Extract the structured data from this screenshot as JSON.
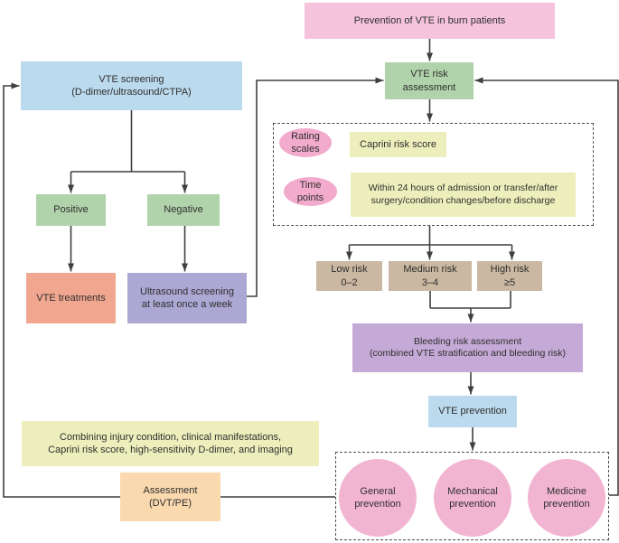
{
  "diagram": {
    "title": "Prevention of VTE in burn patients flowchart",
    "nodes": {
      "prevention_title": "Prevention of VTE in burn patients",
      "vte_risk_assessment": "VTE risk\nassessment",
      "vte_screening": "VTE screening\n(D-dimer/ultrasound/CTPA)",
      "positive": "Positive",
      "negative": "Negative",
      "vte_treatments": "VTE treatments",
      "ultrasound_screening": "Ultrasound screening\nat least once a week",
      "rating_scales": "Rating\nscales",
      "caprini_risk_score": "Caprini risk score",
      "time_points": "Time\npoints",
      "time_points_detail": "Within 24 hours of admission or transfer/after\nsurgery/condition changes/before discharge",
      "low_risk": "Low risk\n0–2",
      "medium_risk": "Medium risk\n3–4",
      "high_risk": "High risk\n≥5",
      "bleeding_risk": "Bleeding risk assessment\n(combined VTE stratification and bleeding risk)",
      "vte_prevention": "VTE prevention",
      "general_prevention": "General\nprevention",
      "mechanical_prevention": "Mechanical\nprevention",
      "medicine_prevention": "Medicine\nprevention",
      "combining_note": "Combining injury condition, clinical manifestations,\nCaprini risk score, high-sensitivity D-dimer, and imaging",
      "assessment": "Assessment\n(DVT/PE)"
    },
    "colors": {
      "pink_box": "#f5c3dc",
      "pink_ellipse": "#f2abcc",
      "pink_circle": "#f2b5d1",
      "green_box": "#b1d3ab",
      "blue_box": "#bcdaee",
      "salmon_box": "#f1a78f",
      "purple_box": "#aca7d3",
      "lavender_box": "#c5a9d6",
      "tan_box": "#cbb8a2",
      "yellow_box": "#ecefbb",
      "orange_box": "#fad9af",
      "line": "#3f3f3f",
      "text": "#2f2f2f"
    }
  }
}
